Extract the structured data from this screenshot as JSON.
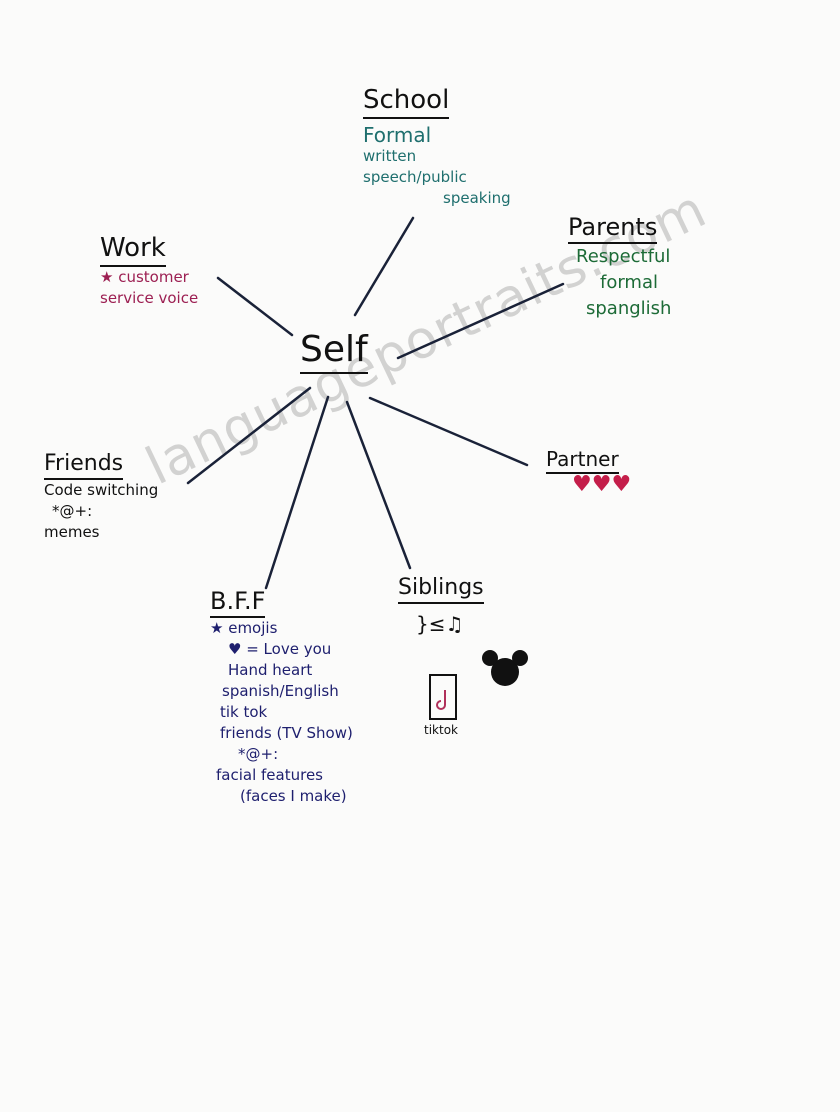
{
  "center": {
    "label": "Self"
  },
  "watermark": "languageportraits.com",
  "nodes": {
    "school": {
      "title": "School",
      "items": [
        "Formal",
        "written",
        "speech/public",
        "speaking"
      ]
    },
    "work": {
      "title": "Work",
      "items": [
        "★ customer",
        "service voice"
      ]
    },
    "parents": {
      "title": "Parents",
      "items": [
        "Respectful",
        "formal",
        "spanglish"
      ]
    },
    "friends": {
      "title": "Friends",
      "items": [
        "Code switching",
        "*@+:",
        "memes"
      ]
    },
    "partner": {
      "title": "Partner",
      "items": [
        "♥♥♥"
      ]
    },
    "bff": {
      "title": "B.F.F",
      "items": [
        "★ emojis",
        "♥ = Love you",
        "Hand heart",
        "spanish/English",
        "tik tok",
        "friends (TV Show)",
        "*@+:",
        "facial features",
        "(faces I make)"
      ]
    },
    "siblings": {
      "title": "Siblings",
      "items": [
        "}≤♫",
        "tiktok"
      ]
    }
  },
  "colors": {
    "school": "#1f6f6e",
    "parents": "#1d6b37",
    "work": "#9c1f52",
    "bff": "#1e1f6e",
    "partner": "#c41e4a"
  }
}
